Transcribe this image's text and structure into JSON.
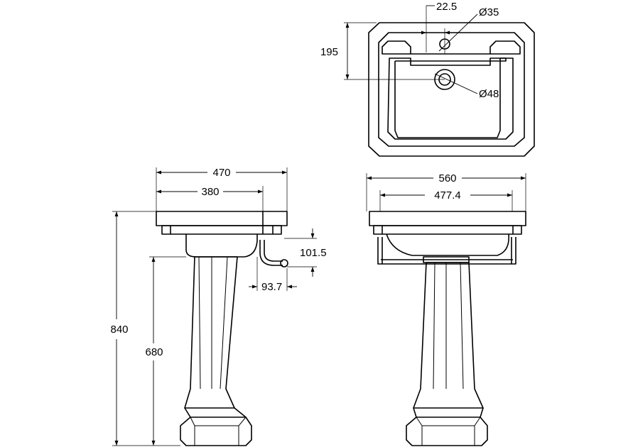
{
  "dimensions": {
    "overall_width_side": "470",
    "basin_depth_side": "380",
    "waste_drop": "101.5",
    "waste_projection": "93.7",
    "overall_height": "840",
    "pedestal_height": "680",
    "overall_width_front": "560",
    "inner_width_front": "477.4",
    "tap_hole_offset": "22.5",
    "tap_hole_diameter": "Ø35",
    "waste_diameter": "Ø48",
    "tap_to_waste": "195"
  },
  "colors": {
    "line": "#000000",
    "background": "#ffffff"
  }
}
